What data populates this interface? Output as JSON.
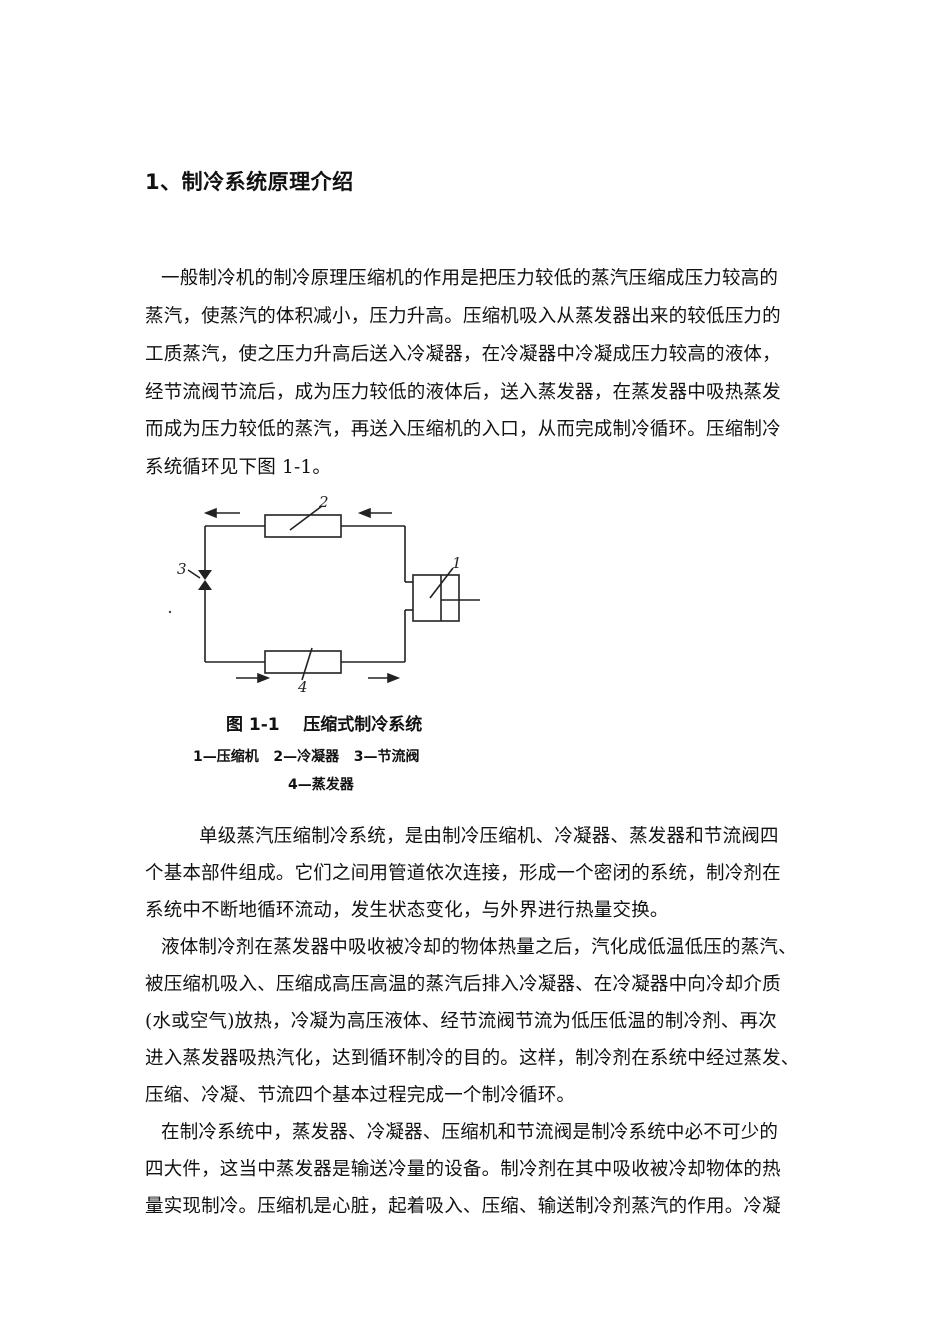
{
  "heading": "1、制冷系统原理介绍",
  "paragraph1": [
    "一般制冷机的制冷原理压缩机的作用是把压力较低的蒸汽压缩成压力较高的",
    "蒸汽，使蒸汽的体积减小，压力升高。压缩机吸入从蒸发器出来的较低压力的",
    "工质蒸汽，使之压力升高后送入冷凝器，在冷凝器中冷凝成压力较高的液体，",
    "经节流阀节流后，成为压力较低的液体后，送入蒸发器，在蒸发器中吸热蒸发",
    "而成为压力较低的蒸汽，再送入压缩机的入口，从而完成制冷循环。压缩制冷",
    "系统循环见下图 1-1。"
  ],
  "figure": {
    "labels": {
      "compressor": "1",
      "condenser": "2",
      "valve": "3",
      "evaporator": "4"
    },
    "caption_title": "图 1-1    压缩式制冷系统",
    "caption_legend_line1": "1—压缩机   2—冷凝器   3—节流阀",
    "caption_legend_line2": "4—蒸发器"
  },
  "paragraph2": [
    "单级蒸汽压缩制冷系统，是由制冷压缩机、冷凝器、蒸发器和节流阀四",
    "个基本部件组成。它们之间用管道依次连接，形成一个密闭的系统，制冷剂在",
    "系统中不断地循环流动，发生状态变化，与外界进行热量交换。"
  ],
  "paragraph3": [
    "液体制冷剂在蒸发器中吸收被冷却的物体热量之后，汽化成低温低压的蒸汽、",
    "被压缩机吸入、压缩成高压高温的蒸汽后排入冷凝器、在冷凝器中向冷却介质",
    "(水或空气)放热，冷凝为高压液体、经节流阀节流为低压低温的制冷剂、再次",
    "进入蒸发器吸热汽化，达到循环制冷的目的。这样，制冷剂在系统中经过蒸发、",
    "压缩、冷凝、节流四个基本过程完成一个制冷循环。"
  ],
  "paragraph4": [
    "在制冷系统中，蒸发器、冷凝器、压缩机和节流阀是制冷系统中必不可少的",
    "四大件，这当中蒸发器是输送冷量的设备。制冷剂在其中吸收被冷却物体的热",
    "量实现制冷。压缩机是心脏，起着吸入、压缩、输送制冷剂蒸汽的作用。冷凝"
  ]
}
